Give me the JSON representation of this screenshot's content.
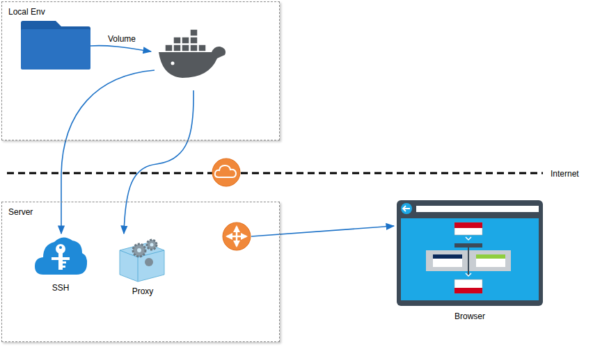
{
  "diagram": {
    "nodes": [
      {
        "text": [
          "Local Env"
        ]
      },
      {
        "text": [
          "Server"
        ]
      },
      {
        "text": [
          "SSH"
        ],
        "in": 1
      },
      {
        "text": [
          "Proxy"
        ],
        "in": 1
      },
      {
        "text": [
          "Browser"
        ]
      }
    ],
    "labels": [
      "Volume",
      "Internet"
    ]
  }
}
